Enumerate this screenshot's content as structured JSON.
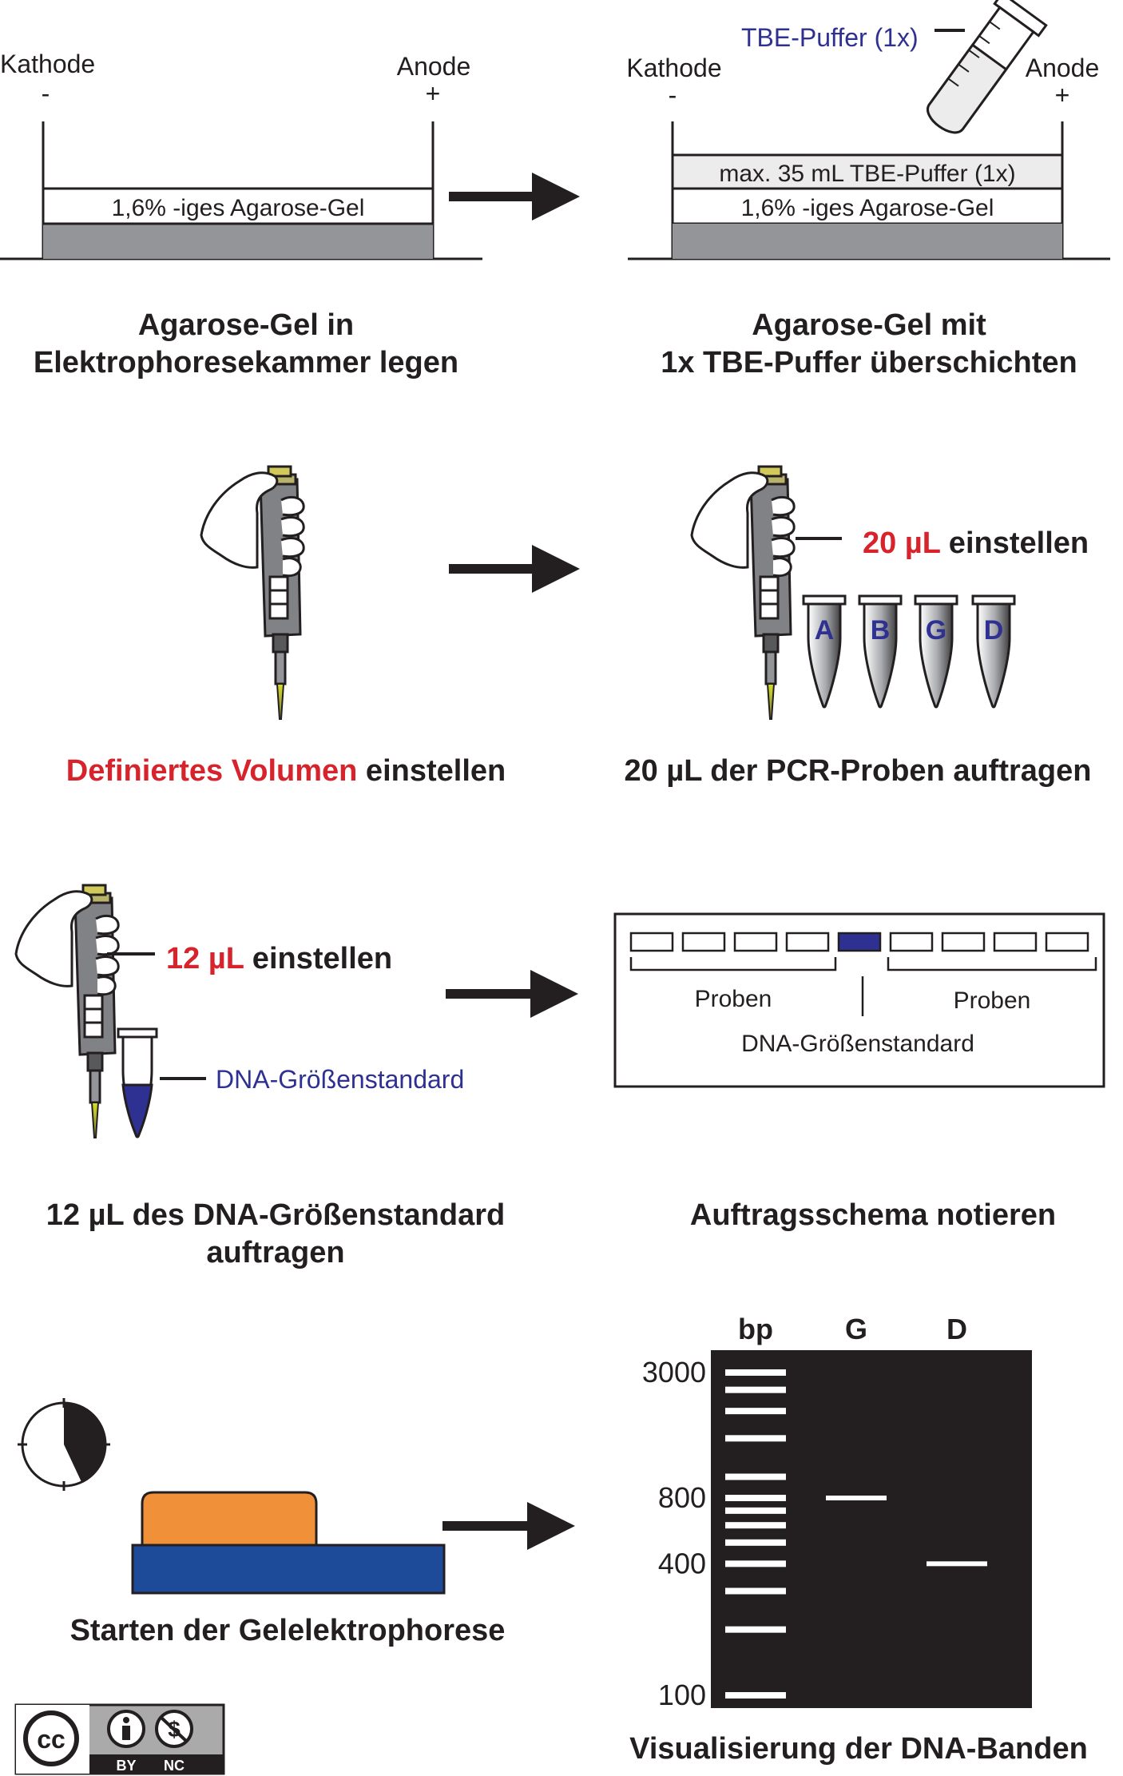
{
  "colors": {
    "ink": "#231f20",
    "red": "#d7232c",
    "blue": "#2e3192",
    "gel_gray": "#939598",
    "buffer_gray": "#ececec",
    "orange": "#f0913a",
    "navy": "#1e4a9a",
    "gel_black": "#231f20",
    "band_white": "#ffffff"
  },
  "step1": {
    "cathode_label": "Kathode",
    "cathode_sign": "-",
    "anode_label": "Anode",
    "anode_sign": "+",
    "gel_label": "1,6% -iges Agarose-Gel",
    "caption_line1": "Agarose-Gel in",
    "caption_line2": "Elektrophoresekammer legen"
  },
  "step2": {
    "buffer_tube_label": "TBE-Puffer (1x)",
    "cathode_label": "Kathode",
    "cathode_sign": "-",
    "anode_label": "Anode",
    "anode_sign": "+",
    "buffer_label": "max. 35 mL TBE-Puffer (1x)",
    "gel_label": "1,6% -iges Agarose-Gel",
    "caption_line1": "Agarose-Gel mit",
    "caption_line2": "1x TBE-Puffer überschichten"
  },
  "step3": {
    "caption_red": "Definiertes Volumen",
    "caption_rest": " einstellen"
  },
  "step4": {
    "volume_red": "20 µL",
    "volume_rest": " einstellen",
    "tubes": [
      "A",
      "B",
      "G",
      "D"
    ],
    "caption": "20 µL der PCR-Proben auftragen"
  },
  "step5": {
    "volume_red": "12 µL",
    "volume_rest": " einstellen",
    "standard_label": "DNA-Größenstandard",
    "caption_line1": "12 µL des DNA-Größenstandard",
    "caption_line2": "auftragen"
  },
  "step6": {
    "wells_total": 9,
    "standard_well_index": 4,
    "samples_left_label": "Proben",
    "samples_right_label": "Proben",
    "standard_label": "DNA-Größenstandard",
    "caption": "Auftragsschema notieren"
  },
  "step7": {
    "caption": "Starten der Gelelektrophorese"
  },
  "step8": {
    "lane_labels": [
      "bp",
      "G",
      "D"
    ],
    "size_labels": [
      {
        "text": "3000",
        "bp": 3000
      },
      {
        "text": "800",
        "bp": 800
      },
      {
        "text": "400",
        "bp": 400
      },
      {
        "text": "100",
        "bp": 100
      }
    ],
    "ladder_bands_bp": [
      3000,
      2500,
      2000,
      1500,
      1000,
      800,
      700,
      600,
      500,
      400,
      300,
      200,
      100
    ],
    "sample_bands": [
      {
        "lane": "G",
        "bp": 800
      },
      {
        "lane": "D",
        "bp": 400
      }
    ],
    "caption": "Visualisierung der DNA-Banden"
  },
  "license": {
    "cc": "cc",
    "by": "BY",
    "nc": "NC"
  }
}
